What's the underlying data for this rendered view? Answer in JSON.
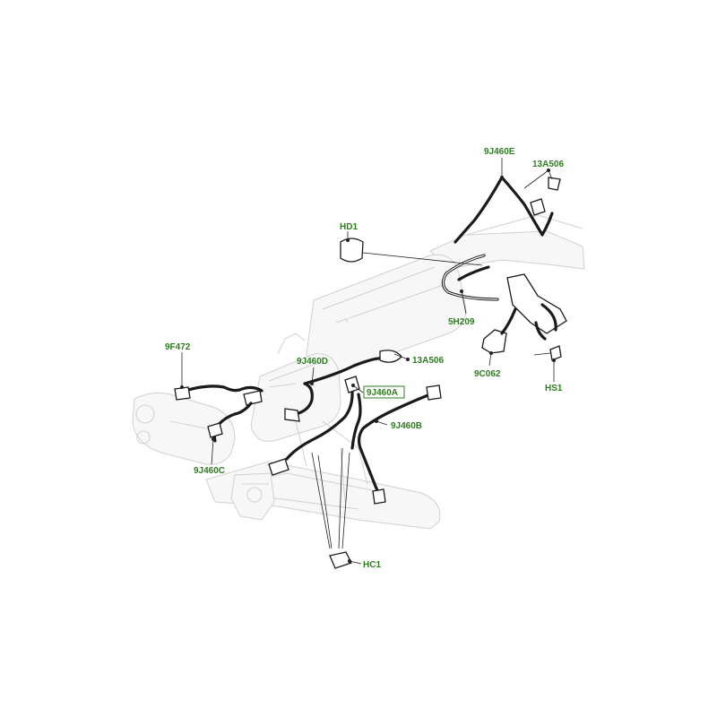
{
  "callouts": {
    "c_9j460e": "9J460E",
    "c_13a506_top": "13A506",
    "c_hd1": "HD1",
    "c_5h209": "5H209",
    "c_9f472": "9F472",
    "c_9j460d": "9J460D",
    "c_13a506_mid": "13A506",
    "c_9j460a": "9J460A",
    "c_9j460b": "9J460B",
    "c_9c062": "9C062",
    "c_hs1": "HS1",
    "c_9j460c": "9J460C",
    "c_hc1": "HC1"
  },
  "colors": {
    "label_green": "#2e7d1f",
    "wire": "#1a1a1a",
    "ghost_outline": "#d3d3d3"
  }
}
